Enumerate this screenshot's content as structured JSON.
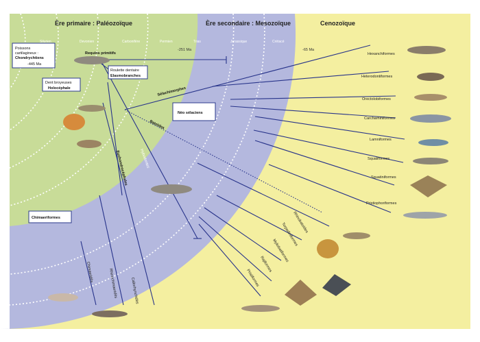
{
  "eras": {
    "paleozoic": "Ère primaire : Paléozoïque",
    "mesozoic": "Ère secondaire : Mesozoïque",
    "cenozoic": "Cenozoïque"
  },
  "periods": [
    "Silurien",
    "Devonien",
    "Carbonifère",
    "Permien",
    "Trias",
    "Jurassique",
    "Crétacé"
  ],
  "ages": {
    "a251": "-251 Ma",
    "a65": "-65 Ma",
    "a445": "-445 Ma"
  },
  "boxes": {
    "chondrichthyes_l1": "Poissons",
    "chondrichthyes_l2": "cartilagineux :",
    "chondrichthyes_l3": "Chondrychtiens",
    "roulette_l1": "Roulette dentaire",
    "roulette_l2": "Elasmobranches",
    "holoc_l1": "Dent broyeuses",
    "holoc_l2": "Holocéphale",
    "neo": "Néo sélaciens",
    "chim": "Chimaeriformes"
  },
  "clades": {
    "requins": "Requins primitifs",
    "selachi": "Sélachimorphes",
    "batoides": "Batoïdes",
    "euchondro": "Euchondrocéphales",
    "hybodo": "Hybodontes"
  },
  "orders": [
    "Hexanchiformes",
    "Heterodontiformes",
    "Orectolobiformes",
    "Carcharhiniformes",
    "Lamniformes",
    "Squaliformes",
    "Squatiniformes",
    "Pristiophoriformes"
  ],
  "rays": [
    "Rhinobatoïdes",
    "Torpediniformes",
    "Myliobatiformes",
    "Rajiformes",
    "Pristiformes"
  ],
  "chim_orders": [
    "Chimaeridés",
    "Rhinochimaeridés",
    "Callorhynchidés"
  ],
  "colors": {
    "paleo": "#c8dc98",
    "meso": "#b4b8de",
    "ceno": "#f4efa0",
    "line": "#27338a"
  }
}
